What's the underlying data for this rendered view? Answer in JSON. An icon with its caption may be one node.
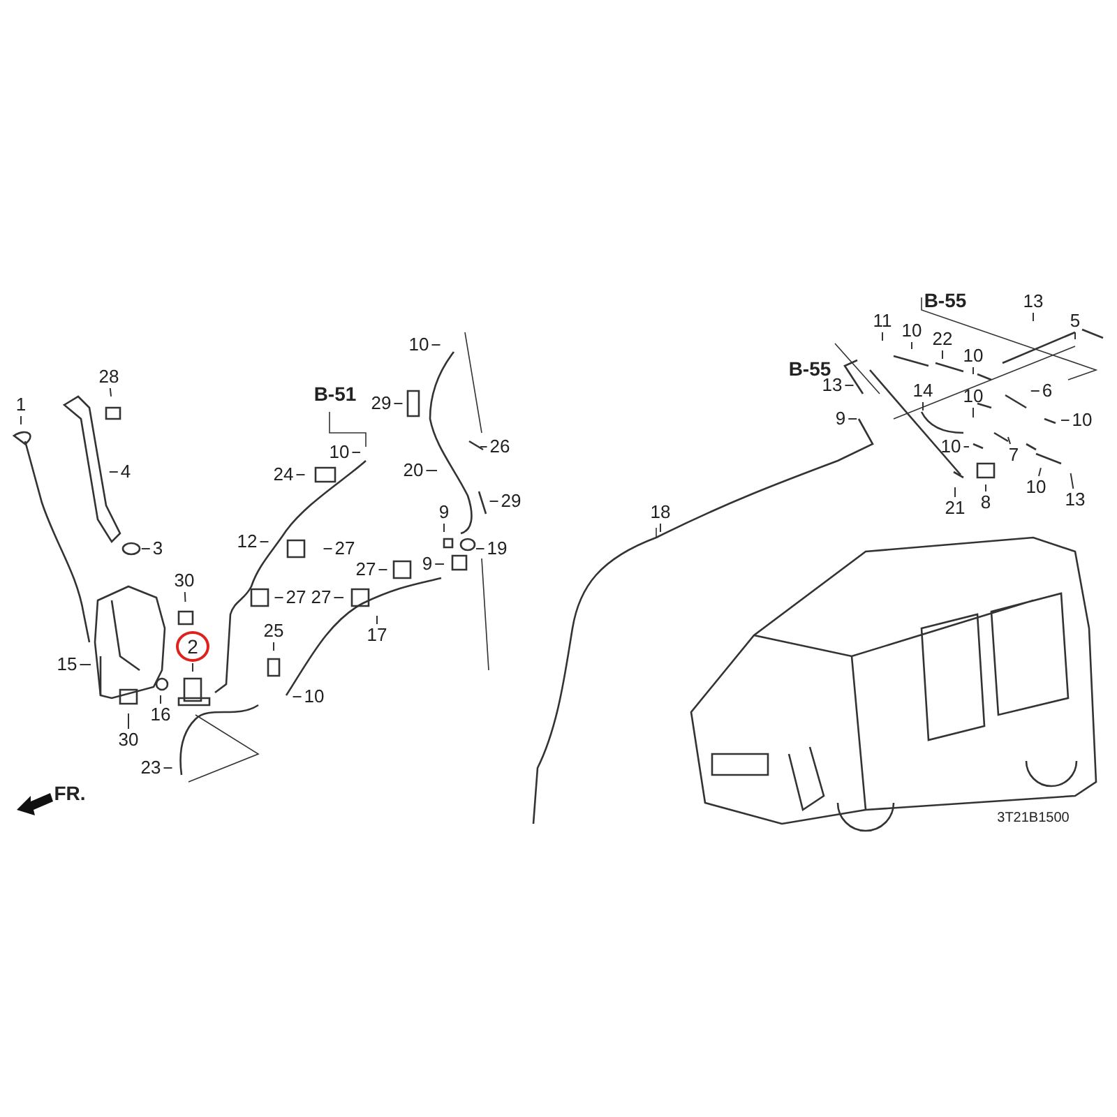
{
  "diagram": {
    "nodes": [
      {
        "text": [
          "1"
        ]
      },
      {
        "text": [
          "28"
        ]
      },
      {
        "text": [
          "4"
        ]
      },
      {
        "text": [
          "3"
        ]
      },
      {
        "text": [
          "30"
        ]
      },
      {
        "text": [
          "2"
        ]
      },
      {
        "text": [
          "15"
        ]
      },
      {
        "text": [
          "16"
        ]
      },
      {
        "text": [
          "30"
        ]
      },
      {
        "text": [
          "23"
        ]
      },
      {
        "text": [
          "24"
        ]
      },
      {
        "text": [
          "10"
        ]
      },
      {
        "text": [
          "12"
        ]
      },
      {
        "text": [
          "27"
        ]
      },
      {
        "text": [
          "27"
        ]
      },
      {
        "text": [
          "27"
        ]
      },
      {
        "text": [
          "25"
        ]
      },
      {
        "text": [
          "10"
        ]
      },
      {
        "text": [
          "17"
        ]
      },
      {
        "text": [
          "27"
        ]
      },
      {
        "text": [
          "29"
        ]
      },
      {
        "text": [
          "10"
        ]
      },
      {
        "text": [
          "20"
        ]
      },
      {
        "text": [
          "26"
        ]
      },
      {
        "text": [
          "29"
        ]
      },
      {
        "text": [
          "9"
        ]
      },
      {
        "text": [
          "19"
        ]
      },
      {
        "text": [
          "9"
        ]
      },
      {
        "text": [
          "18"
        ]
      },
      {
        "text": [
          "13"
        ]
      },
      {
        "text": [
          "5"
        ]
      },
      {
        "text": [
          "11"
        ]
      },
      {
        "text": [
          "10"
        ]
      },
      {
        "text": [
          "22"
        ]
      },
      {
        "text": [
          "10"
        ]
      },
      {
        "text": [
          "13"
        ]
      },
      {
        "text": [
          "9"
        ]
      },
      {
        "text": [
          "14"
        ]
      },
      {
        "text": [
          "10"
        ]
      },
      {
        "text": [
          "6"
        ]
      },
      {
        "text": [
          "10"
        ]
      },
      {
        "text": [
          "10"
        ]
      },
      {
        "text": [
          "7"
        ]
      },
      {
        "text": [
          "10"
        ]
      },
      {
        "text": [
          "8"
        ]
      },
      {
        "text": [
          "13"
        ]
      },
      {
        "text": [
          "21"
        ]
      }
    ],
    "edges": [
      {
        "from": 0,
        "to": null,
        "arrow": "none"
      },
      {
        "from": 1,
        "to": null,
        "arrow": "none"
      },
      {
        "from": 2,
        "to": null,
        "arrow": "none"
      },
      {
        "from": 3,
        "to": null,
        "arrow": "none"
      },
      {
        "from": 4,
        "to": null,
        "arrow": "none"
      },
      {
        "from": 5,
        "to": null,
        "arrow": "none"
      },
      {
        "from": 6,
        "to": null,
        "arrow": "none"
      },
      {
        "from": 7,
        "to": null,
        "arrow": "none"
      },
      {
        "from": 8,
        "to": null,
        "arrow": "none"
      },
      {
        "from": 9,
        "to": null,
        "arrow": "none"
      },
      {
        "from": 10,
        "to": null,
        "arrow": "none"
      },
      {
        "from": 11,
        "to": null,
        "arrow": "none"
      },
      {
        "from": 12,
        "to": null,
        "arrow": "none"
      },
      {
        "from": 13,
        "to": null,
        "arrow": "none"
      },
      {
        "from": 14,
        "to": null,
        "arrow": "none"
      },
      {
        "from": 15,
        "to": null,
        "arrow": "none"
      },
      {
        "from": 16,
        "to": null,
        "arrow": "none"
      },
      {
        "from": 17,
        "to": null,
        "arrow": "none"
      },
      {
        "from": 18,
        "to": null,
        "arrow": "none"
      },
      {
        "from": 19,
        "to": null,
        "arrow": "none"
      },
      {
        "from": 20,
        "to": null,
        "arrow": "none"
      },
      {
        "from": 21,
        "to": null,
        "arrow": "none"
      },
      {
        "from": 22,
        "to": null,
        "arrow": "none"
      },
      {
        "from": 23,
        "to": null,
        "arrow": "none"
      },
      {
        "from": 24,
        "to": null,
        "arrow": "none"
      },
      {
        "from": 25,
        "to": null,
        "arrow": "none"
      },
      {
        "from": 26,
        "to": null,
        "arrow": "none"
      },
      {
        "from": 27,
        "to": null,
        "arrow": "none"
      },
      {
        "from": 28,
        "to": null,
        "arrow": "none"
      },
      {
        "from": 29,
        "to": null,
        "arrow": "none"
      },
      {
        "from": 30,
        "to": null,
        "arrow": "none"
      },
      {
        "from": 31,
        "to": null,
        "arrow": "none"
      },
      {
        "from": 32,
        "to": null,
        "arrow": "none"
      },
      {
        "from": 33,
        "to": null,
        "arrow": "none"
      },
      {
        "from": 34,
        "to": null,
        "arrow": "none"
      },
      {
        "from": 35,
        "to": null,
        "arrow": "none"
      },
      {
        "from": 36,
        "to": null,
        "arrow": "none"
      },
      {
        "from": 37,
        "to": null,
        "arrow": "none"
      },
      {
        "from": 38,
        "to": null,
        "arrow": "none"
      },
      {
        "from": 39,
        "to": null,
        "arrow": "none"
      },
      {
        "from": 40,
        "to": null,
        "arrow": "none"
      },
      {
        "from": 41,
        "to": null,
        "arrow": "none"
      },
      {
        "from": 42,
        "to": null,
        "arrow": "none"
      },
      {
        "from": 43,
        "to": null,
        "arrow": "none"
      },
      {
        "from": 44,
        "to": null,
        "arrow": "none"
      },
      {
        "from": 45,
        "to": null,
        "arrow": "none"
      },
      {
        "from": 46,
        "to": null,
        "arrow": "none"
      }
    ],
    "labels": [
      "B-51",
      "B-55",
      "B-55",
      "FR.",
      "3T21B1500"
    ]
  }
}
